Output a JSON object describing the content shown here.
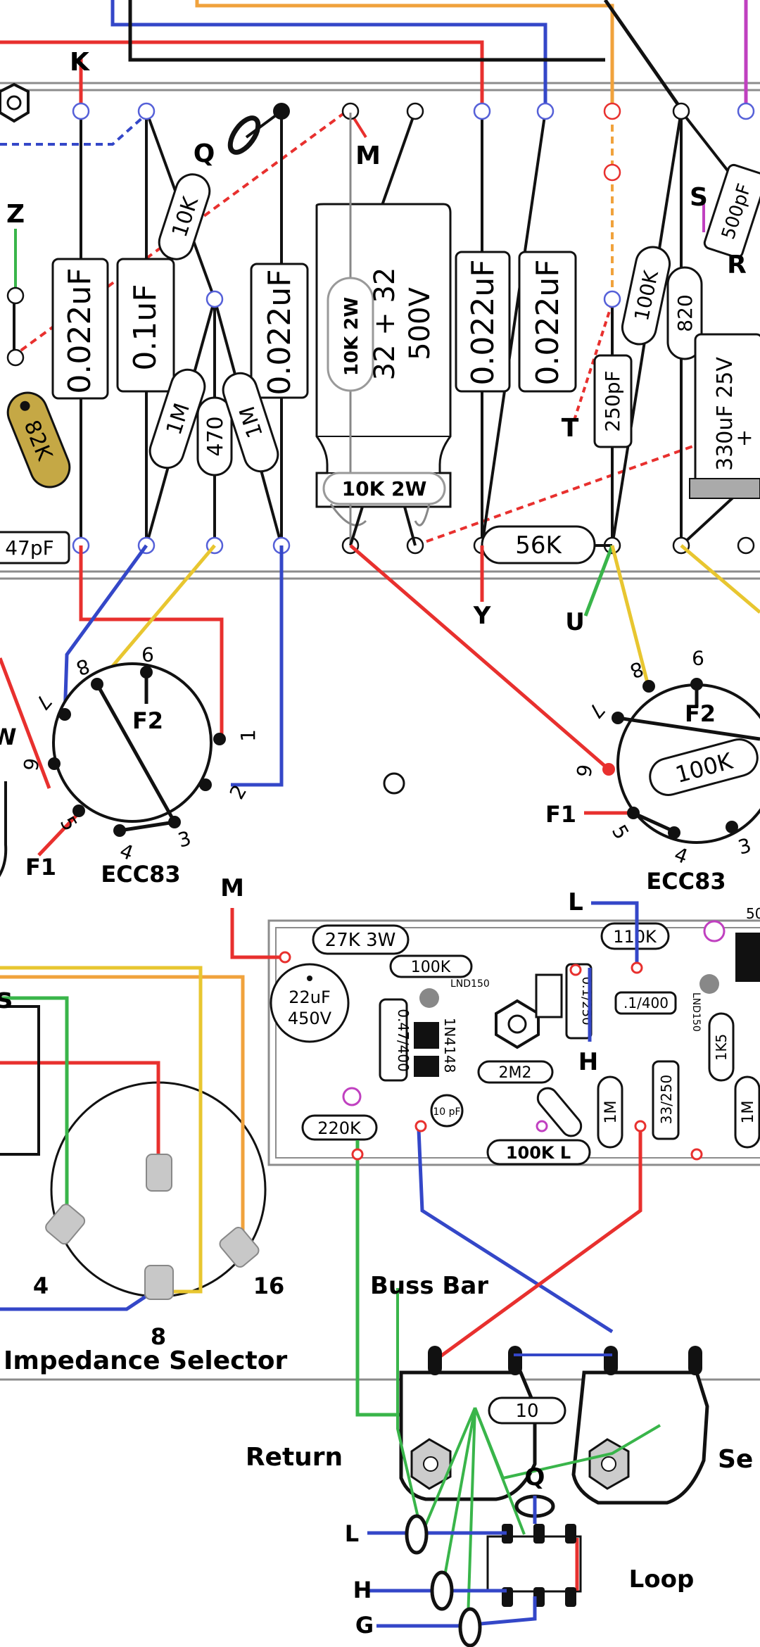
{
  "colors": {
    "red": "#e8302e",
    "blue": "#3447c8",
    "orange": "#f0a23c",
    "yellow": "#e8c630",
    "green": "#39b54a",
    "black": "#111111",
    "rail": "#8c8c8c",
    "pad": "#5560d8",
    "pad_red": "#e8302e",
    "gold": "#c5a845",
    "magenta": "#c040c0"
  },
  "labels": {
    "k": "K",
    "q": "Q",
    "m": "M",
    "z": "Z",
    "s": "S",
    "r": "R",
    "t": "T",
    "y": "Y",
    "u": "U",
    "w": "W",
    "f1_left": "F1",
    "f1_right": "F1",
    "f2_left": "F2",
    "f2_right": "F2",
    "m_lower": "M",
    "l_upper": "L",
    "h_mid": "H",
    "l_lower": "L",
    "h_lower": "H",
    "g_lower": "G",
    "q_lower": "Q",
    "ecc83_left": "ECC83",
    "ecc83_right": "ECC83",
    "impedance_selector": "Impedance Selector",
    "imp_4": "4",
    "imp_8": "8",
    "imp_16": "16",
    "buss_bar": "Buss Bar",
    "return": "Return",
    "send": "Se",
    "loop": "Loop",
    "s_left": "s"
  },
  "components": {
    "cap1": "0.022uF",
    "cap2": "0.1uF",
    "cap3": "0.022uF",
    "cap4": "0.022uF",
    "cap5": "0.022uF",
    "res_10k": "10K",
    "res_1m_a": "1M",
    "res_470": "470",
    "res_1m_b": "1M",
    "res_82k": "82K",
    "cap_47pf": "47pF",
    "res_10k2w_a": "10K 2W",
    "res_10k2w_b": "10K 2W",
    "can_value": "32 + 32",
    "can_voltage": "500V",
    "res_56k": "56K",
    "cap_250pf": "250pF",
    "res_100k_top": "100K",
    "res_820": "820",
    "cap_500pf": "500pF",
    "cap_330uf": "330uF 25V",
    "res_100k_tube": "100K"
  },
  "pin_numbers": {
    "left": [
      "9",
      "8",
      "7",
      "6",
      "5",
      "4",
      "3",
      "2",
      "1"
    ],
    "right": [
      "9",
      "8",
      "7",
      "6",
      "5",
      "4",
      "3"
    ]
  },
  "board": {
    "r_27k3w": "27K 3W",
    "r_110k": "110K",
    "r_100k": "100K",
    "lnd150_a": "LND150",
    "c_22uf": "22uF",
    "c_450v": "450V",
    "c_047": "0.47/400",
    "d_1n4148": "1N4148",
    "c_10pf": "10 pF",
    "r_2m2": "2M2",
    "c_01_250": "0.1/250",
    "c_1_400": ".1/400",
    "lnd150_b": "LND150",
    "r_1k5": "1K5",
    "c_33_250": "33/250",
    "r_1m_a": "1M",
    "r_1m_b": "1M",
    "r_220k": "220K",
    "pot_100kl": "100K L",
    "r_50": "50",
    "r_10": "10"
  }
}
